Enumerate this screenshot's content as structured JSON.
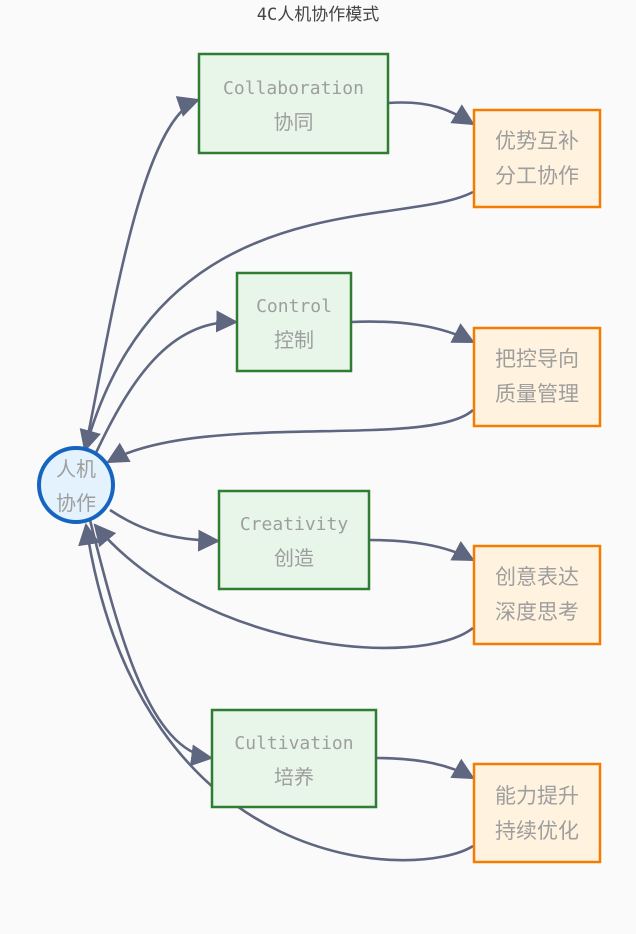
{
  "title": "4C人机协作模式",
  "center": {
    "line1": "人机",
    "line2": "协作"
  },
  "modes": [
    {
      "en": "Collaboration",
      "zh": "协同",
      "outcome": [
        "优势互补",
        "分工协作"
      ]
    },
    {
      "en": "Control",
      "zh": "控制",
      "outcome": [
        "把控导向",
        "质量管理"
      ]
    },
    {
      "en": "Creativity",
      "zh": "创造",
      "outcome": [
        "创意表达",
        "深度思考"
      ]
    },
    {
      "en": "Cultivation",
      "zh": "培养",
      "outcome": [
        "能力提升",
        "持续优化"
      ]
    }
  ],
  "colors": {
    "mode_fill": "#e8f5e9",
    "mode_stroke": "#2e7d32",
    "outcome_fill": "#fff3e0",
    "outcome_stroke": "#f57c00",
    "center_fill": "#e3f2fd",
    "center_stroke": "#1565c0",
    "edge": "#5f6780",
    "text": "#9e9e9e"
  }
}
